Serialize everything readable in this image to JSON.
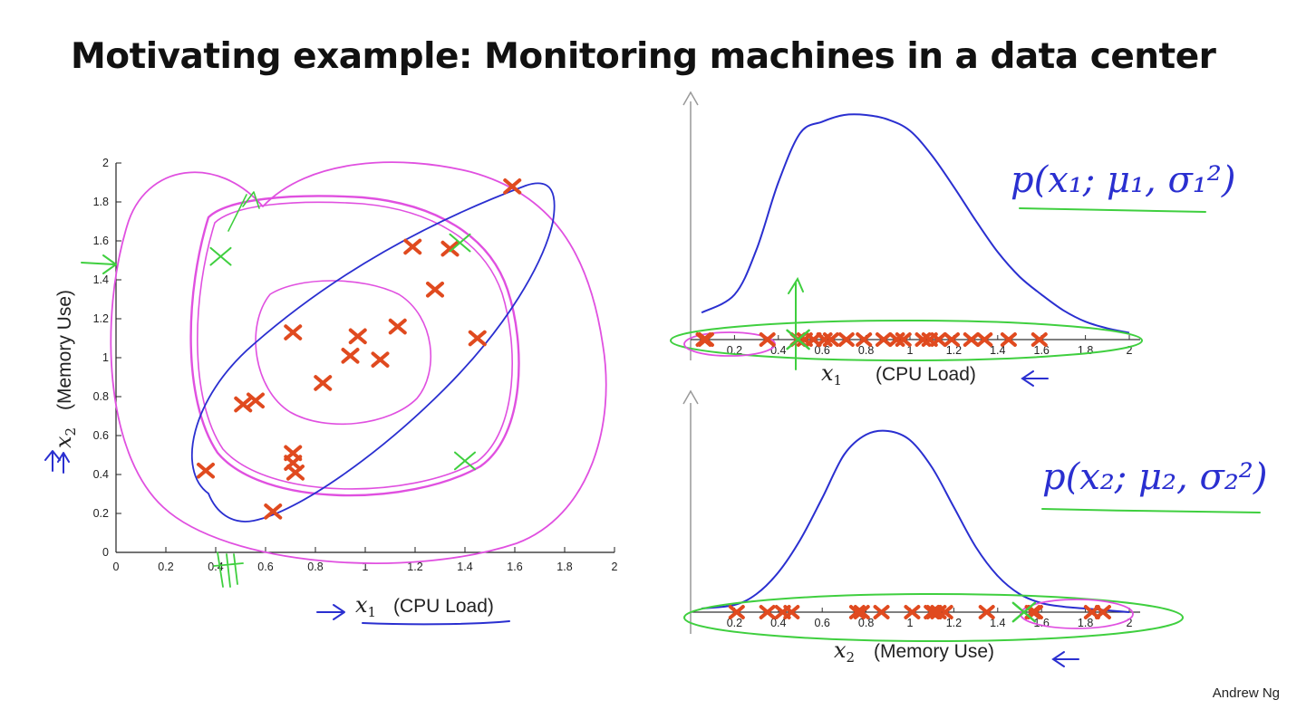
{
  "title": "Motivating example: Monitoring machines in a data center",
  "author": "Andrew Ng",
  "colors": {
    "marker": "#e04a1f",
    "pen_blue": "#2a2fd0",
    "pen_green": "#3fcf3f",
    "pen_magenta": "#e050e0",
    "axis": "#999999"
  },
  "chart_data": [
    {
      "type": "scatter",
      "title": "",
      "xlabel": {
        "symbol": "x",
        "subscript": "1",
        "text": "(CPU Load)"
      },
      "ylabel": {
        "symbol": "x",
        "subscript": "2",
        "text": "(Memory Use)"
      },
      "xlim": [
        0,
        2
      ],
      "ylim": [
        0,
        2
      ],
      "xticks": [
        "0",
        "0.2",
        "0.4",
        "0.6",
        "0.8",
        "1",
        "1.2",
        "1.4",
        "1.6",
        "1.8",
        "2"
      ],
      "yticks": [
        "0",
        "0.2",
        "0.4",
        "0.6",
        "0.8",
        "1",
        "1.2",
        "1.4",
        "1.6",
        "1.8",
        "2"
      ],
      "points": [
        [
          0.36,
          0.42
        ],
        [
          0.51,
          0.76
        ],
        [
          0.56,
          0.78
        ],
        [
          0.63,
          0.21
        ],
        [
          0.71,
          1.13
        ],
        [
          0.71,
          0.51
        ],
        [
          0.71,
          0.46
        ],
        [
          0.72,
          0.41
        ],
        [
          0.83,
          0.87
        ],
        [
          0.94,
          1.01
        ],
        [
          0.97,
          1.11
        ],
        [
          1.06,
          0.99
        ],
        [
          1.13,
          1.16
        ],
        [
          1.19,
          1.57
        ],
        [
          1.28,
          1.35
        ],
        [
          1.34,
          1.56
        ],
        [
          1.45,
          1.1
        ],
        [
          1.59,
          1.88
        ]
      ],
      "anomalies": [
        [
          0.42,
          1.52
        ],
        [
          1.38,
          1.59
        ],
        [
          1.4,
          0.47
        ]
      ]
    },
    {
      "type": "line",
      "title": "",
      "annotation": "p(x₁; μ₁, σ₁²)",
      "xlabel": {
        "symbol": "x",
        "subscript": "1",
        "text": "(CPU Load)"
      },
      "xlim": [
        0,
        2
      ],
      "xticks": [
        "0.2",
        "0.4",
        "0.6",
        "0.8",
        "1",
        "1.2",
        "1.4",
        "1.6",
        "1.8",
        "2"
      ],
      "density_x": [
        0.05,
        0.2,
        0.3,
        0.4,
        0.5,
        0.6,
        0.7,
        0.8,
        0.9,
        1.0,
        1.1,
        1.2,
        1.3,
        1.4,
        1.5,
        1.6,
        1.7,
        1.8,
        1.9,
        2.0
      ],
      "density_y": [
        0.12,
        0.2,
        0.4,
        0.7,
        0.92,
        0.97,
        1.0,
        1.0,
        0.98,
        0.93,
        0.82,
        0.68,
        0.53,
        0.39,
        0.28,
        0.2,
        0.13,
        0.08,
        0.05,
        0.03
      ],
      "points": [
        0.06,
        0.07,
        0.35,
        0.49,
        0.52,
        0.56,
        0.61,
        0.64,
        0.71,
        0.79,
        0.88,
        0.94,
        0.97,
        1.06,
        1.09,
        1.13,
        1.19,
        1.28,
        1.34,
        1.45,
        1.59
      ],
      "anomaly": 0.49
    },
    {
      "type": "line",
      "title": "",
      "annotation": "p(x₂; μ₂, σ₂²)",
      "xlabel": {
        "symbol": "x",
        "subscript": "2",
        "text": "(Memory Use)"
      },
      "xlim": [
        0,
        2
      ],
      "xticks": [
        "0.2",
        "0.4",
        "0.6",
        "0.8",
        "1",
        "1.2",
        "1.4",
        "1.6",
        "1.8",
        "2"
      ],
      "density_x": [
        0.05,
        0.2,
        0.3,
        0.4,
        0.5,
        0.6,
        0.7,
        0.8,
        0.9,
        1.0,
        1.1,
        1.2,
        1.3,
        1.4,
        1.5,
        1.6,
        1.7,
        1.8,
        1.9,
        2.0
      ],
      "density_y": [
        0.02,
        0.04,
        0.1,
        0.22,
        0.4,
        0.63,
        0.87,
        0.98,
        1.0,
        0.95,
        0.8,
        0.58,
        0.36,
        0.2,
        0.1,
        0.05,
        0.03,
        0.02,
        0.01,
        0.0
      ],
      "points": [
        0.21,
        0.35,
        0.42,
        0.46,
        0.76,
        0.78,
        0.87,
        1.01,
        1.1,
        1.11,
        1.13,
        1.16,
        1.35,
        1.57,
        1.56,
        1.83,
        1.88
      ],
      "anomaly": 1.52
    }
  ]
}
